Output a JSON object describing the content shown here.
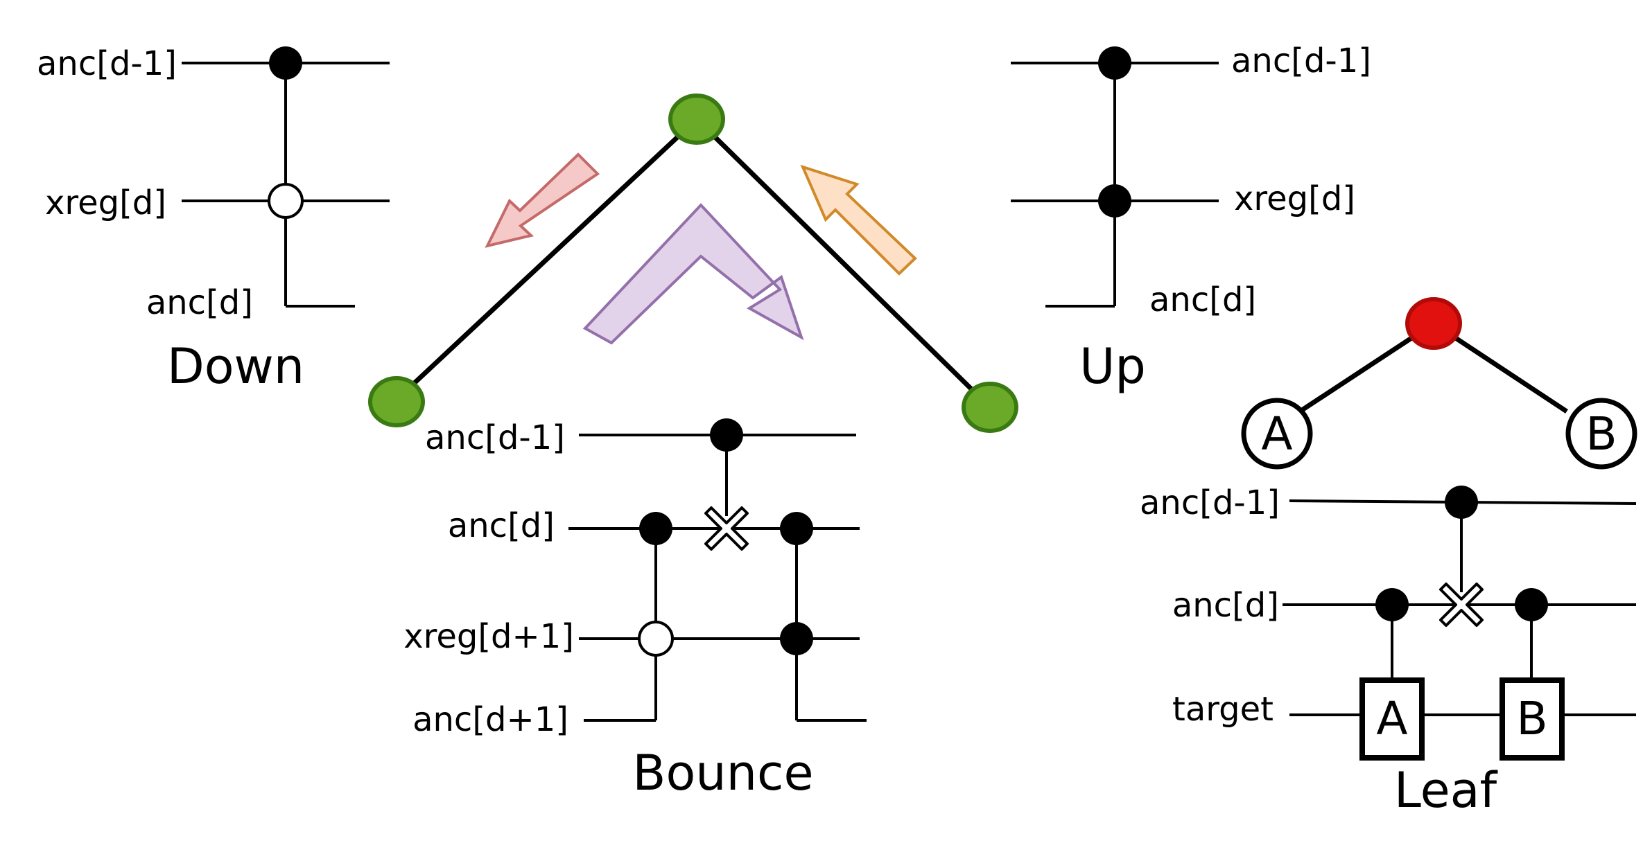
{
  "colors": {
    "leaf_node": "#6aaa28",
    "leaf_node_stroke": "#3a7a12",
    "root_node": "#e0110e",
    "root_node_stroke": "#b20a08",
    "down_arrow_fill": "#f6c9c9",
    "down_arrow_stroke": "#c46a6a",
    "up_arrow_fill": "#fde0c6",
    "up_arrow_stroke": "#d08a2a",
    "bounce_arrow_fill": "#e2d3ea",
    "bounce_arrow_stroke": "#9470ab"
  },
  "down": {
    "title": "Down",
    "labels": [
      "anc[d-1]",
      "xreg[d]",
      "anc[d]"
    ]
  },
  "up": {
    "title": "Up",
    "labels": [
      "anc[d-1]",
      "xreg[d]",
      "anc[d]"
    ]
  },
  "bounce": {
    "title": "Bounce",
    "labels": [
      "anc[d-1]",
      "anc[d]",
      "xreg[d+1]",
      "anc[d+1]"
    ]
  },
  "leaf": {
    "title": "Leaf",
    "labels": [
      "anc[d-1]",
      "anc[d]",
      "target"
    ],
    "tree_children": [
      "A",
      "B"
    ],
    "gates": [
      "A",
      "B"
    ]
  }
}
